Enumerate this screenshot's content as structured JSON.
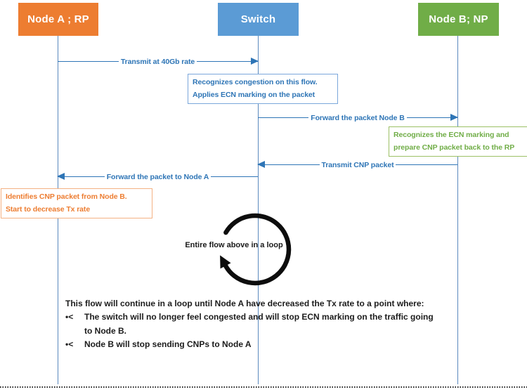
{
  "diagram": {
    "actors": [
      {
        "id": "node-a",
        "label": "Node A ; RP",
        "color": "#ED7D31"
      },
      {
        "id": "switch",
        "label": "Switch",
        "color": "#5B9BD5"
      },
      {
        "id": "node-b",
        "label": "Node B; NP",
        "color": "#70AD47"
      }
    ],
    "messages": [
      {
        "label": "Transmit at 40Gb rate",
        "from": "node-a",
        "to": "switch"
      },
      {
        "label": "Forward the packet Node B",
        "from": "switch",
        "to": "node-b"
      },
      {
        "label": "Transmit CNP packet",
        "from": "node-b",
        "to": "switch"
      },
      {
        "label": "Forward the packet to Node A",
        "from": "switch",
        "to": "node-a"
      }
    ],
    "notes": [
      {
        "attached_to": "switch",
        "color": "#2E75B6",
        "lines": [
          "Recognizes congestion on this flow.",
          "Applies ECN marking on the packet"
        ]
      },
      {
        "attached_to": "node-b",
        "color": "#70AD47",
        "lines": [
          "Recognizes the ECN marking and",
          "prepare CNP packet back to the RP"
        ]
      },
      {
        "attached_to": "node-a",
        "color": "#ED7D31",
        "lines": [
          "Identifies CNP packet from Node B.",
          "Start to decrease Tx rate"
        ]
      }
    ],
    "loop": {
      "label": "Entire flow above in a loop"
    },
    "footer": {
      "intro": "This flow will continue in a loop until Node A have decreased the Tx rate to a point where:",
      "bullet_marker": "•<",
      "bullets": [
        "The switch will no longer feel congested and will stop ECN marking on the traffic going to Node B.",
        "Node B will stop sending CNPs to Node A"
      ]
    }
  },
  "colors": {
    "node_a_fill": "#ED7D31",
    "switch_fill": "#5B9BD5",
    "node_b_fill": "#70AD47",
    "arrow_blue": "#2E75B6",
    "lifeline_blue": "#5B89BE",
    "note_blue_border": "#7BA7DB",
    "note_green_border": "#9CC066",
    "note_orange_border": "#F4B183",
    "loop_black": "#0d0d0d"
  }
}
